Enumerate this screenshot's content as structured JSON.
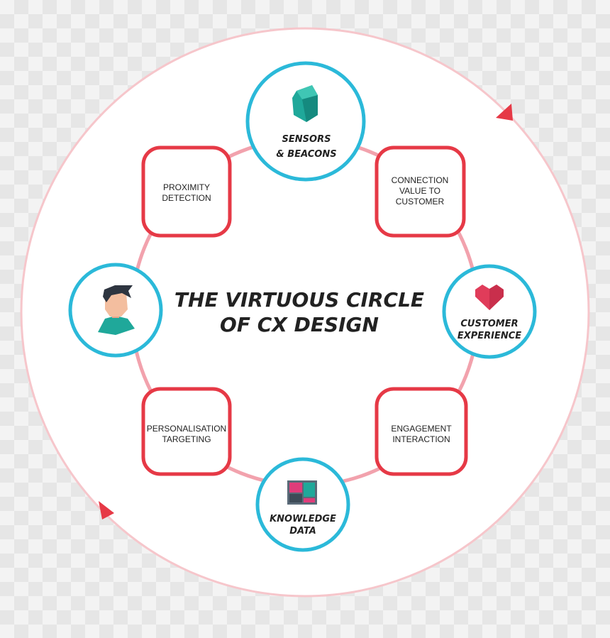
{
  "title": {
    "line1": "THE VIRTUOUS CIRCLE",
    "line2": "OF CX DESIGN"
  },
  "nodes": {
    "sensors": {
      "line1": "SENSORS",
      "line2": "& BEACONS",
      "icon": "beacon-icon"
    },
    "customer_experience": {
      "line1": "CUSTOMER",
      "line2": "EXPERIENCE",
      "icon": "heart-icon"
    },
    "knowledge": {
      "line1": "KNOWLEDGE",
      "line2": "DATA",
      "icon": "dashboard-icon"
    },
    "person": {
      "icon": "person-avatar-icon"
    }
  },
  "boxes": {
    "proximity": [
      "PROXIMITY",
      "DETECTION"
    ],
    "connection": [
      "CONNECTION",
      "VALUE TO",
      "CUSTOMER"
    ],
    "engagement": [
      "ENGAGEMENT",
      "INTERACTION"
    ],
    "personalisation": [
      "PERSONALISATION",
      "TARGETING"
    ]
  },
  "colors": {
    "outer_ring": "#f6c6cb",
    "inner_ring": "#f2a2ad",
    "box_border": "#e63946",
    "node_border": "#2bb9d9",
    "arrow": "#e63946",
    "teal": "#1fa89a",
    "heart": "#e03c5a"
  }
}
